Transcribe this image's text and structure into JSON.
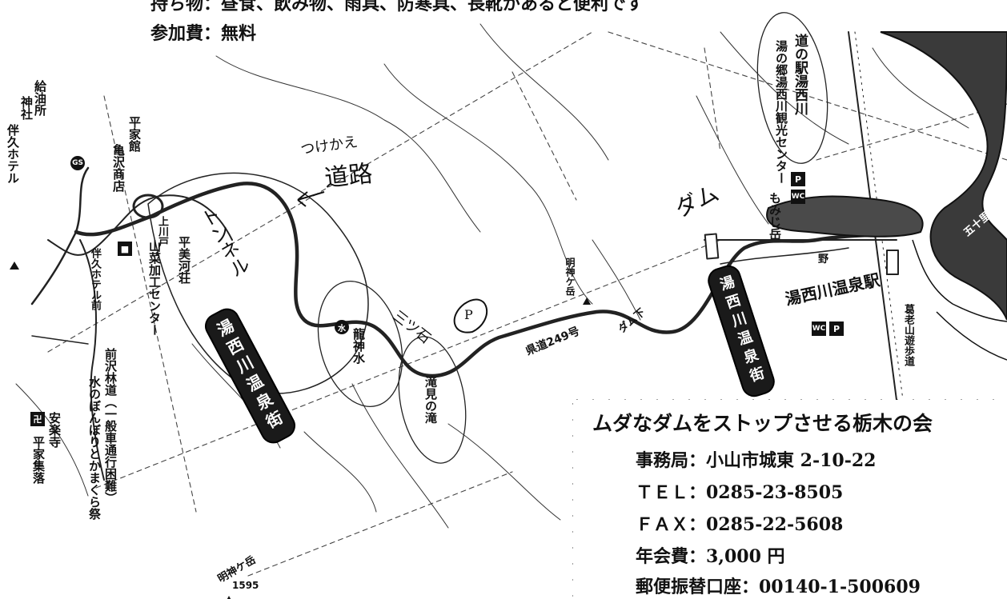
{
  "header": {
    "top_line": "持ち物：昼食、飲み物、雨具、防寒具、長靴があると便利です",
    "fee": "参加費：無料"
  },
  "labels": {
    "hannya_hotel": "伴久ホテル",
    "gas_station": "給油所",
    "shrine": "神社",
    "heike_hotel": "平家館",
    "kame_shop": "亀沢商店",
    "kamikawado": "上川戸",
    "heishi_ryokan": "平美河荘",
    "sansai_center": "山菜加工センター",
    "hotel_mae": "伴久ホテル前",
    "maezawa_road": "前沢林道（一般車通行困難）",
    "mizu_festival": "水のぼんぼりとかまくら祭",
    "anrakuji": "安楽寺",
    "heike_village": "平家集落",
    "ryujinsui": "龍神水",
    "takimi_falls": "滝見の滝",
    "myojin_small": "明神ケ岳",
    "prefectural_road": "県道249号",
    "dam_below": "ダム下",
    "michi_no_eki": "道の駅湯西川",
    "kanko_center": "湯の郷湯西川観光センター",
    "momiji": "もみじ岳",
    "nomura": "野",
    "yunishigawa_station": "湯西川温泉駅",
    "ebiyama": "葛老山遊歩道",
    "gorigi_lake": "五十里湖",
    "myojin_peak": "明神ケ岳",
    "myojin_elev": "1595"
  },
  "bands": {
    "west": "湯西川温泉街",
    "east": "湯西川温泉街"
  },
  "handwriting": {
    "tsukekae": "つけかえ",
    "doro": "道路",
    "tunnel": "トンネル",
    "dam_note": "ダム",
    "three_points": "三ツ石",
    "p_note": "P"
  },
  "info_box": {
    "title": "ムダなダムをストップさせる栃木の会",
    "office": "事務局：小山市城東 2-10-22",
    "tel": "ＴＥＬ：0285-23-8505",
    "fax": "ＦＡＸ：0285-22-5608",
    "fee": "年会費：3,000 円",
    "postal": "郵便振替口座：00140-1-500609"
  }
}
